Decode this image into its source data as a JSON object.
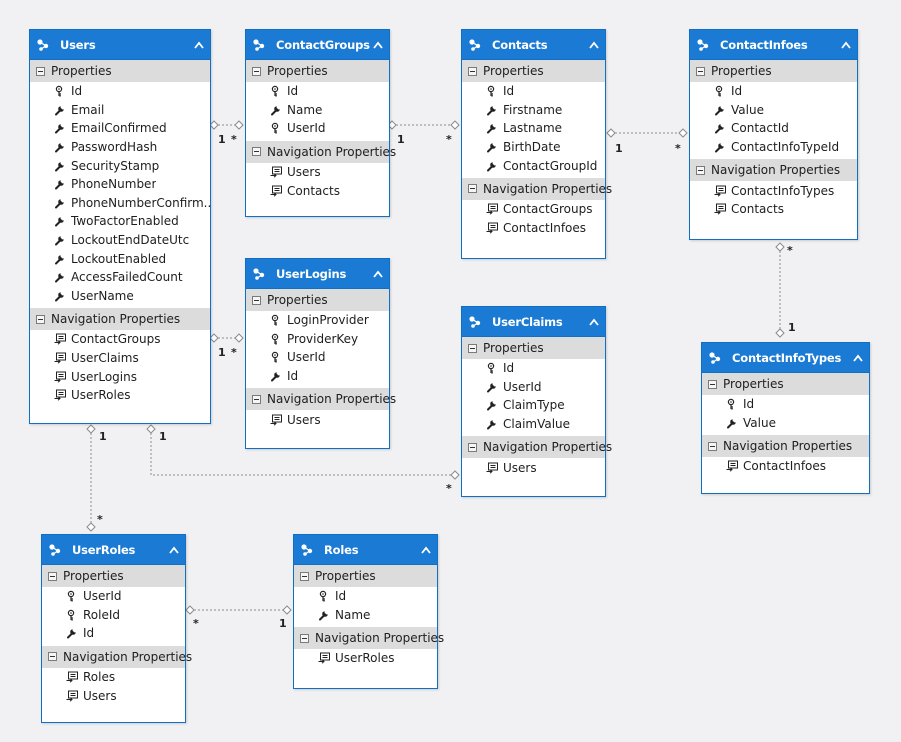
{
  "entities": {
    "users": {
      "title": "Users",
      "properties_label": "Properties",
      "navigation_label": "Navigation Properties",
      "properties": [
        {
          "name": "Id",
          "icon": "key-icon"
        },
        {
          "name": "Email",
          "icon": "wrench-icon"
        },
        {
          "name": "EmailConfirmed",
          "icon": "wrench-icon"
        },
        {
          "name": "PasswordHash",
          "icon": "wrench-icon"
        },
        {
          "name": "SecurityStamp",
          "icon": "wrench-icon"
        },
        {
          "name": "PhoneNumber",
          "icon": "wrench-icon"
        },
        {
          "name": "PhoneNumberConfirm...",
          "icon": "wrench-icon"
        },
        {
          "name": "TwoFactorEnabled",
          "icon": "wrench-icon"
        },
        {
          "name": "LockoutEndDateUtc",
          "icon": "wrench-icon"
        },
        {
          "name": "LockoutEnabled",
          "icon": "wrench-icon"
        },
        {
          "name": "AccessFailedCount",
          "icon": "wrench-icon"
        },
        {
          "name": "UserName",
          "icon": "wrench-icon"
        }
      ],
      "navigation": [
        "ContactGroups",
        "UserClaims",
        "UserLogins",
        "UserRoles"
      ]
    },
    "contactgroups": {
      "title": "ContactGroups",
      "properties_label": "Properties",
      "navigation_label": "Navigation Properties",
      "properties": [
        {
          "name": "Id",
          "icon": "key-icon"
        },
        {
          "name": "Name",
          "icon": "wrench-icon"
        },
        {
          "name": "UserId",
          "icon": "key-icon"
        }
      ],
      "navigation": [
        "Users",
        "Contacts"
      ]
    },
    "contacts": {
      "title": "Contacts",
      "properties_label": "Properties",
      "navigation_label": "Navigation Properties",
      "properties": [
        {
          "name": "Id",
          "icon": "key-icon"
        },
        {
          "name": "Firstname",
          "icon": "wrench-icon"
        },
        {
          "name": "Lastname",
          "icon": "wrench-icon"
        },
        {
          "name": "BirthDate",
          "icon": "wrench-icon"
        },
        {
          "name": "ContactGroupId",
          "icon": "wrench-icon"
        }
      ],
      "navigation": [
        "ContactGroups",
        "ContactInfoes"
      ]
    },
    "contactinfoes": {
      "title": "ContactInfoes",
      "properties_label": "Properties",
      "navigation_label": "Navigation Properties",
      "properties": [
        {
          "name": "Id",
          "icon": "key-icon"
        },
        {
          "name": "Value",
          "icon": "wrench-icon"
        },
        {
          "name": "ContactId",
          "icon": "wrench-icon"
        },
        {
          "name": "ContactInfoTypeId",
          "icon": "wrench-icon"
        }
      ],
      "navigation": [
        "ContactInfoTypes",
        "Contacts"
      ]
    },
    "userlogins": {
      "title": "UserLogins",
      "properties_label": "Properties",
      "navigation_label": "Navigation Properties",
      "properties": [
        {
          "name": "LoginProvider",
          "icon": "key-icon"
        },
        {
          "name": "ProviderKey",
          "icon": "key-icon"
        },
        {
          "name": "UserId",
          "icon": "key-icon"
        },
        {
          "name": "Id",
          "icon": "wrench-icon"
        }
      ],
      "navigation": [
        "Users"
      ]
    },
    "userclaims": {
      "title": "UserClaims",
      "properties_label": "Properties",
      "navigation_label": "Navigation Properties",
      "properties": [
        {
          "name": "Id",
          "icon": "key-icon"
        },
        {
          "name": "UserId",
          "icon": "wrench-icon"
        },
        {
          "name": "ClaimType",
          "icon": "wrench-icon"
        },
        {
          "name": "ClaimValue",
          "icon": "wrench-icon"
        }
      ],
      "navigation": [
        "Users"
      ]
    },
    "contactinfotypes": {
      "title": "ContactInfoTypes",
      "properties_label": "Properties",
      "navigation_label": "Navigation Properties",
      "properties": [
        {
          "name": "Id",
          "icon": "key-icon"
        },
        {
          "name": "Value",
          "icon": "wrench-icon"
        }
      ],
      "navigation": [
        "ContactInfoes"
      ]
    },
    "userroles": {
      "title": "UserRoles",
      "properties_label": "Properties",
      "navigation_label": "Navigation Properties",
      "properties": [
        {
          "name": "UserId",
          "icon": "key-icon"
        },
        {
          "name": "RoleId",
          "icon": "key-icon"
        },
        {
          "name": "Id",
          "icon": "wrench-icon"
        }
      ],
      "navigation": [
        "Roles",
        "Users"
      ]
    },
    "roles": {
      "title": "Roles",
      "properties_label": "Properties",
      "navigation_label": "Navigation Properties",
      "properties": [
        {
          "name": "Id",
          "icon": "key-icon"
        },
        {
          "name": "Name",
          "icon": "wrench-icon"
        }
      ],
      "navigation": [
        "UserRoles"
      ]
    }
  },
  "associations": [
    {
      "from": "users",
      "to": "contactgroups",
      "from_mult": "1",
      "to_mult": "*"
    },
    {
      "from": "contactgroups",
      "to": "contacts",
      "from_mult": "1",
      "to_mult": "*"
    },
    {
      "from": "contacts",
      "to": "contactinfoes",
      "from_mult": "1",
      "to_mult": "*"
    },
    {
      "from": "users",
      "to": "userlogins",
      "from_mult": "1",
      "to_mult": "*"
    },
    {
      "from": "users",
      "to": "userclaims",
      "from_mult": "1",
      "to_mult": "*"
    },
    {
      "from": "users",
      "to": "userroles",
      "from_mult": "1",
      "to_mult": "*"
    },
    {
      "from": "contactinfoes",
      "to": "contactinfotypes",
      "from_mult": "*",
      "to_mult": "1"
    },
    {
      "from": "userroles",
      "to": "roles",
      "from_mult": "*",
      "to_mult": "1"
    }
  ],
  "colors": {
    "header": "#1a7ad4",
    "border": "#1070c6",
    "section": "#dcdcdc",
    "background": "#f1f1f3",
    "connector": "#888888"
  }
}
